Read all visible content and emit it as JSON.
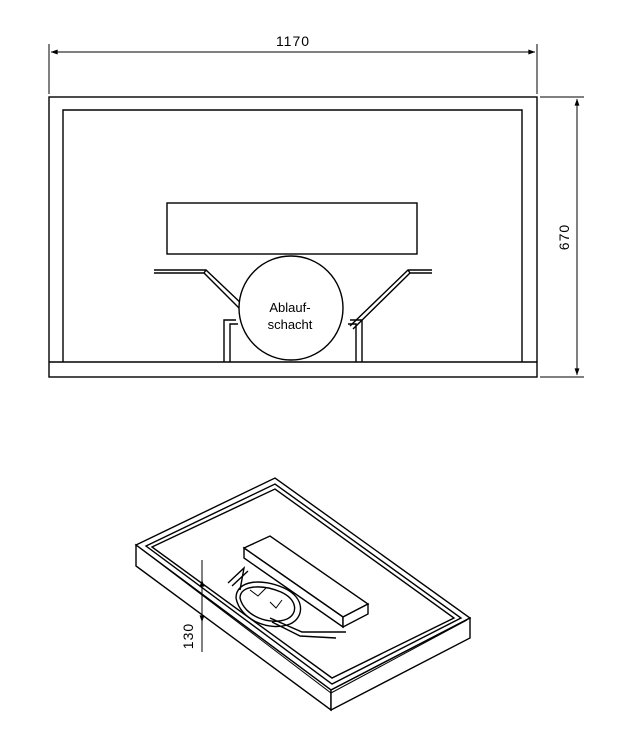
{
  "drawing": {
    "top_view": {
      "width_dimension": "1170",
      "height_dimension": "670",
      "drain_label_line1": "Ablauf-",
      "drain_label_line2": "schacht"
    },
    "iso_view": {
      "height_dimension": "130"
    }
  }
}
